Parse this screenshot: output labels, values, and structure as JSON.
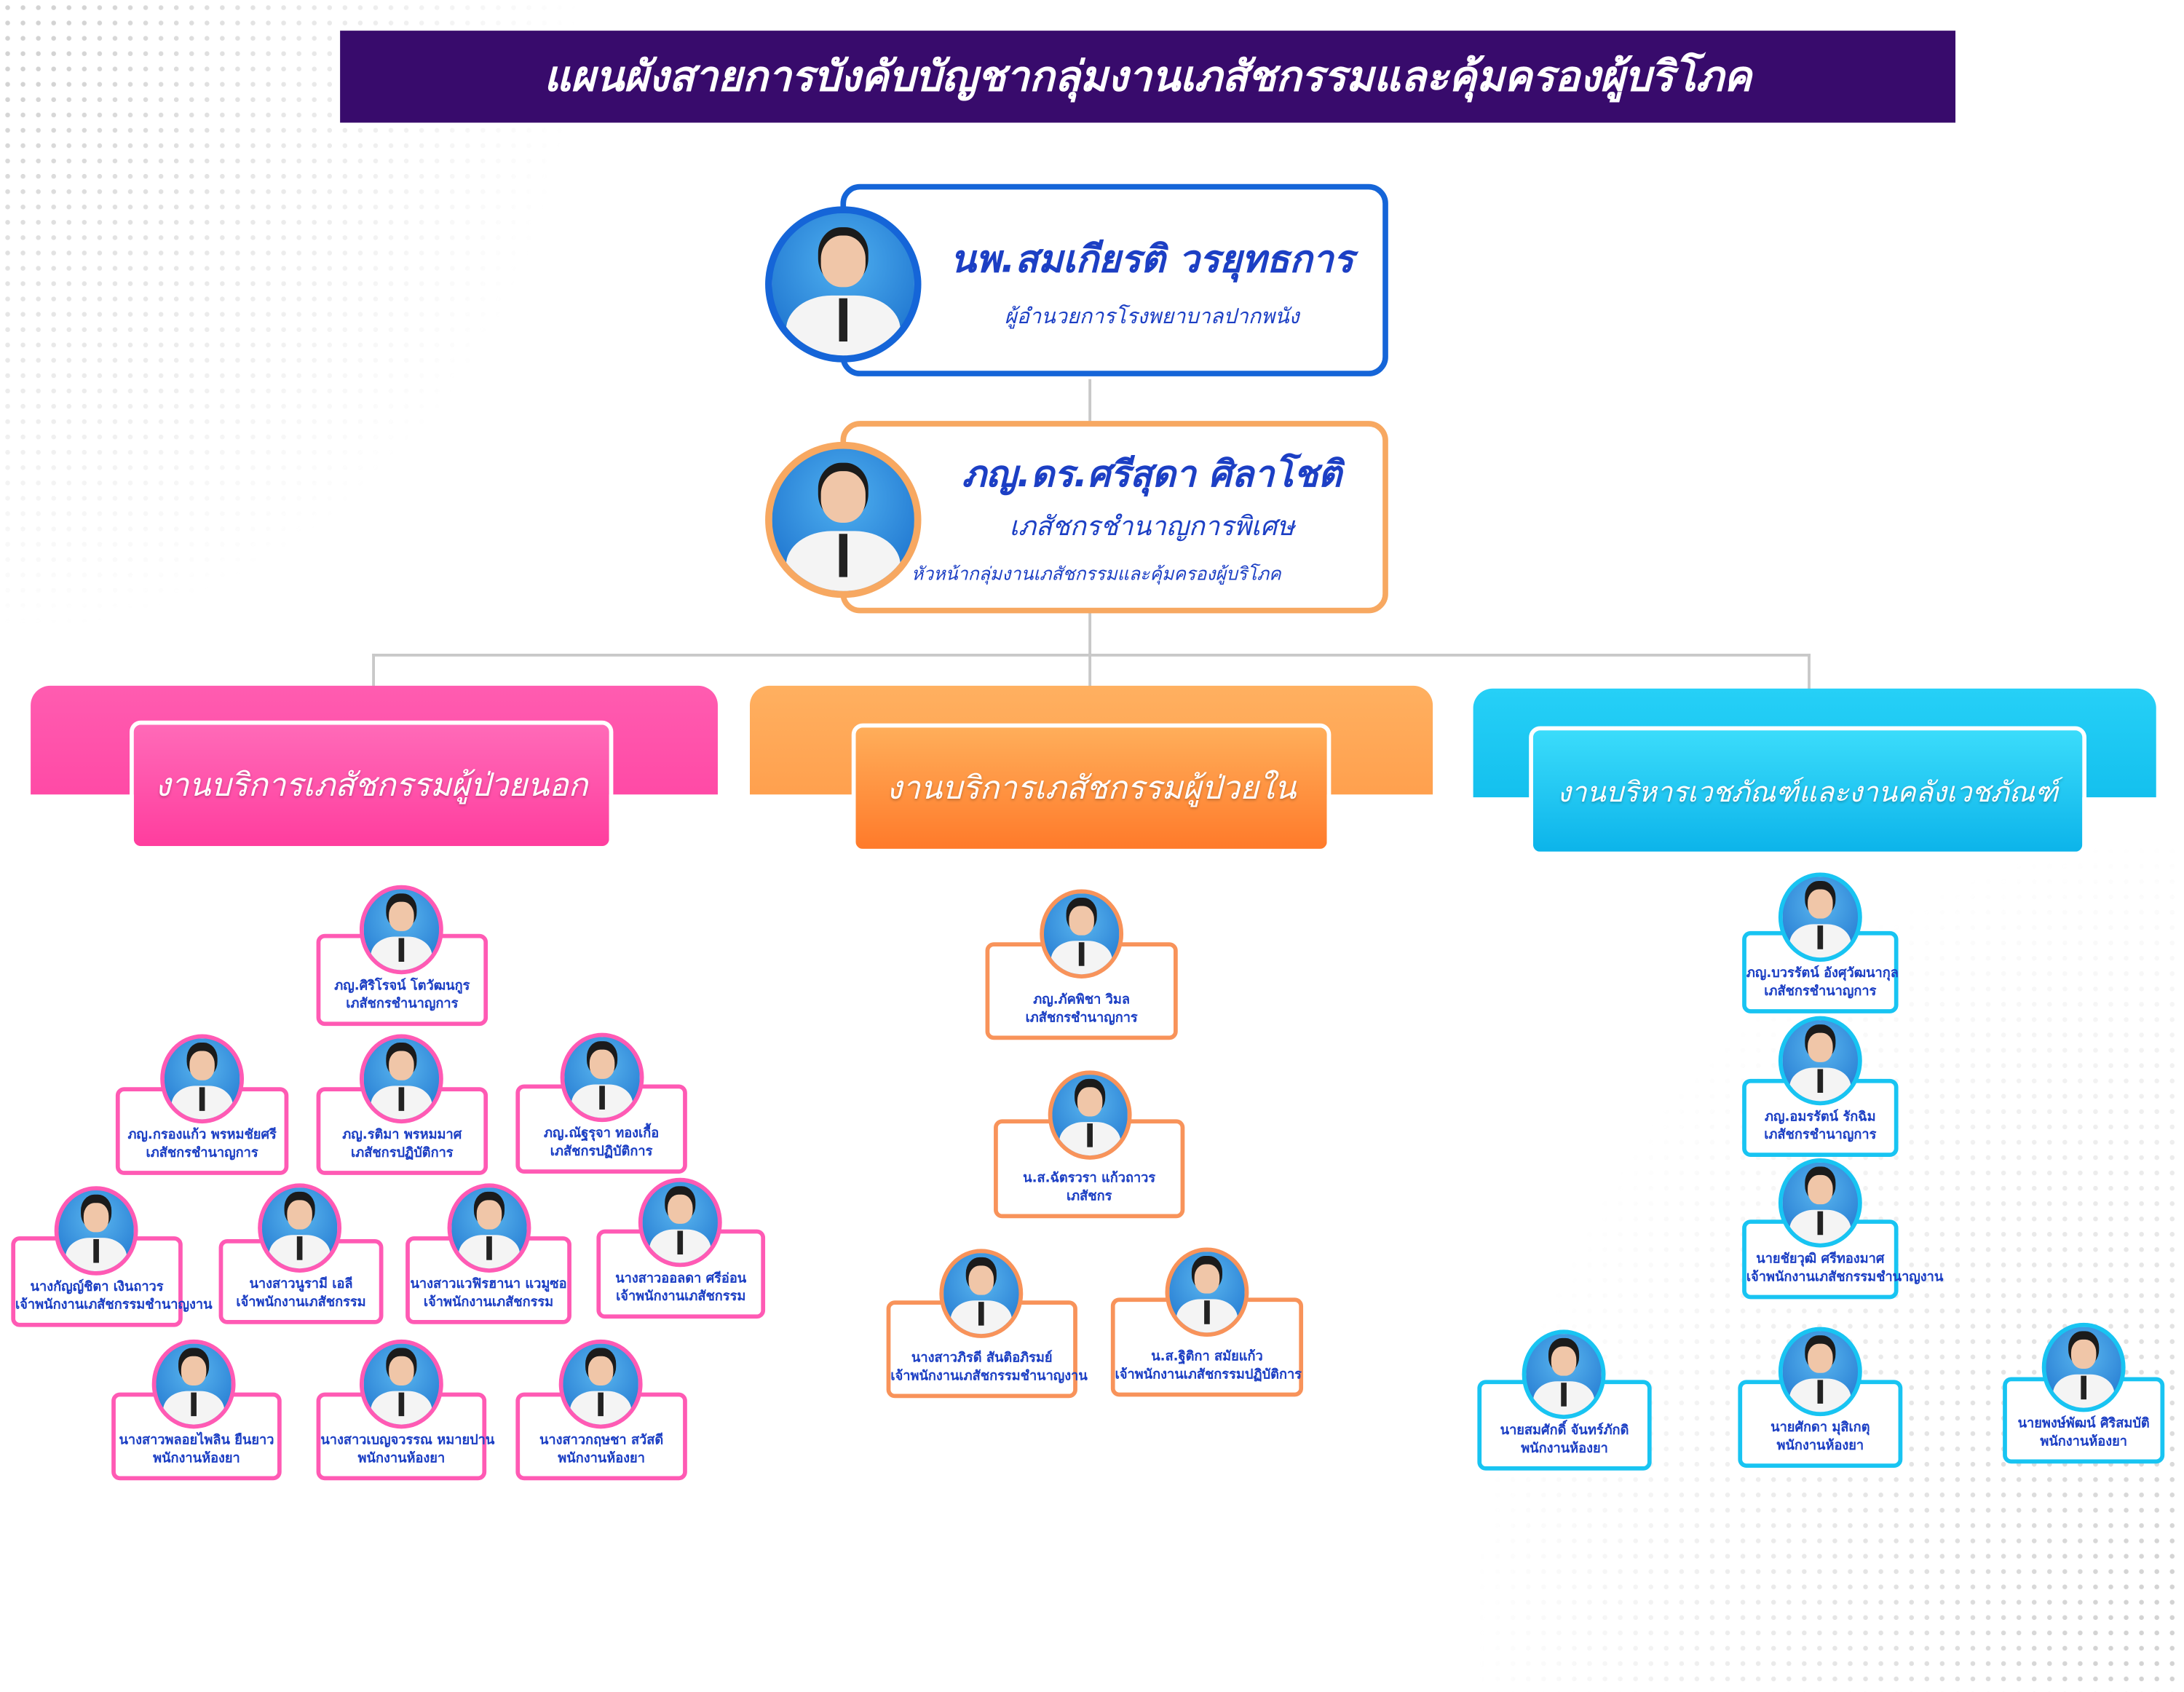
{
  "title": "แผนผังสายการบังคับบัญชากลุ่มงานเภสัชกรรมและคุ้มครองผู้บริโภค",
  "director": {
    "name": "นพ.สมเกียรติ  วรยุทธการ",
    "position": "ผู้อำนวยการโรงพยาบาลปากพนัง"
  },
  "head": {
    "name": "ภญ.ดร.ศรีสุดา ศิลาโชติ",
    "position": "เภสัชกรชำนาญการพิเศษ",
    "role": "หัวหน้ากลุ่มงานเภสัชกรรมและคุ้มครองผู้บริโภค"
  },
  "colors": {
    "title_bg": "#380b6c",
    "director": "#1565d8",
    "orange": "#f7a861",
    "pink": "#ff4fa8",
    "cyan": "#1ec8f0",
    "text": "#1c3fc4"
  },
  "sections": [
    {
      "label": "งานบริการเภสัชกรรมผู้ป่วยนอก",
      "members": [
        {
          "name": "ภญ.ศิริโรจน์  โตวัฒนกูร",
          "position": "เภสัชกรชำนาญการ"
        },
        {
          "name": "ภญ.กรองแก้ว  พรหมชัยศรี",
          "position": "เภสัชกรชำนาญการ"
        },
        {
          "name": "ภญ.รติมา พรหมมาศ",
          "position": "เภสัชกรปฏิบัติการ"
        },
        {
          "name": "ภญ.ณัฐรุจา ทองเกื้อ",
          "position": "เภสัชกรปฏิบัติการ"
        },
        {
          "name": "นางกัญญ์ชิตา  เงินถาวร",
          "position": "เจ้าพนักงานเภสัชกรรมชำนาญงาน"
        },
        {
          "name": "นางสาวนูรามี เอลี",
          "position": "เจ้าพนักงานเภสัชกรรม"
        },
        {
          "name": "นางสาวแวฟิรฮานา แวมูซอ",
          "position": "เจ้าพนักงานเภสัชกรรม"
        },
        {
          "name": "นางสาวออลดา  ศรีอ่อน",
          "position": "เจ้าพนักงานเภสัชกรรม"
        },
        {
          "name": "นางสาวพลอยไพลิน  ยืนยาว",
          "position": "พนักงานห้องยา"
        },
        {
          "name": "นางสาวเบญจวรรณ  หมายปาน",
          "position": "พนักงานห้องยา"
        },
        {
          "name": "นางสาวกฤษชา  สวัสดี",
          "position": "พนักงานห้องยา"
        }
      ]
    },
    {
      "label": "งานบริการเภสัชกรรมผู้ป่วยใน",
      "members": [
        {
          "name": "ภญ.ภัคพิชา วิมล",
          "position": "เภสัชกรชำนาญการ"
        },
        {
          "name": "น.ส.ฉัตรวรา  แก้วถาวร",
          "position": "เภสัชกร"
        },
        {
          "name": "นางสาวภิรดี  สันติอภิรมย์",
          "position": "เจ้าพนักงานเภสัชกรรมชำนาญงาน"
        },
        {
          "name": "น.ส.ฐิติกา  สมัยแก้ว",
          "position": "เจ้าพนักงานเภสัชกรรมปฏิบัติการ"
        }
      ]
    },
    {
      "label": "งานบริหารเวชภัณฑ์และงานคลังเวชภัณฑ์",
      "members": [
        {
          "name": "ภญ.บวรรัตน์  อังศุวัฒนากุล",
          "position": "เภสัชกรชำนาญการ"
        },
        {
          "name": "ภญ.อมรรัตน์   รักฉิม",
          "position": "เภสัชกรชำนาญการ"
        },
        {
          "name": "นายชัยวุฒิ   ศรีทองมาศ",
          "position": "เจ้าพนักงานเภสัชกรรมชำนาญงาน"
        },
        {
          "name": "นายสมศักดิ์  จันทร์ภักดิ",
          "position": "พนักงานห้องยา"
        },
        {
          "name": "นายศักดา มุสิเกตุ",
          "position": "พนักงานห้องยา"
        },
        {
          "name": "นายพงษ์พัฒน์  ศิริสมบัติ",
          "position": "พนักงานห้องยา"
        }
      ]
    }
  ]
}
